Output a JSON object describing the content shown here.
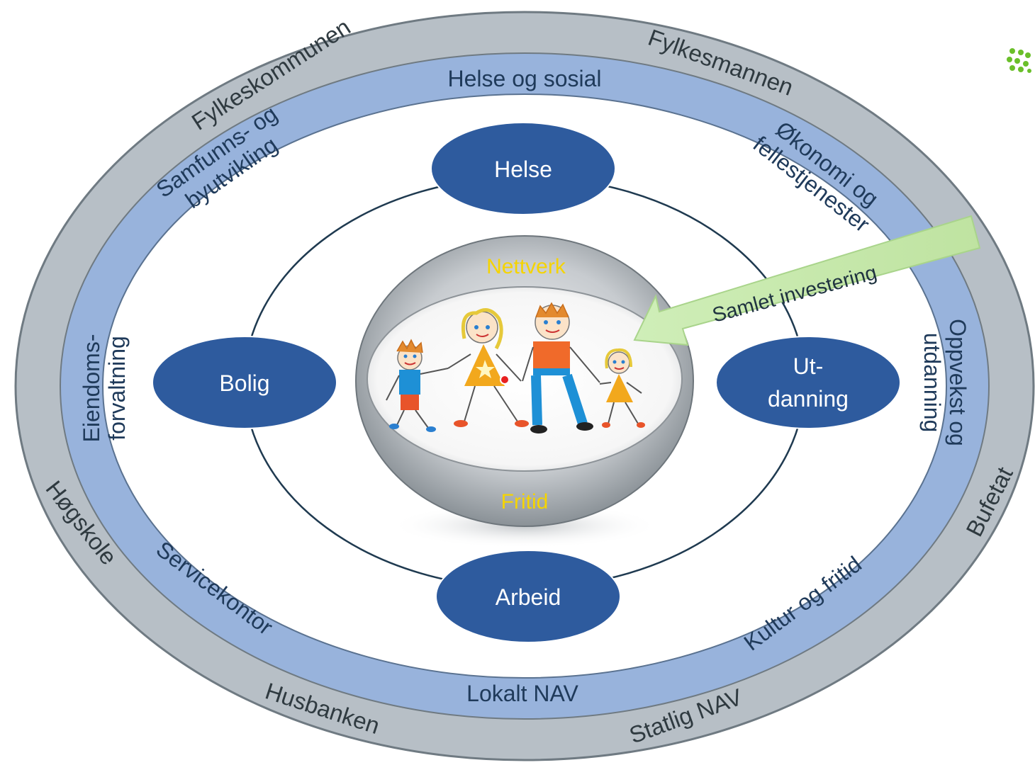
{
  "outer_ring": {
    "labels": [
      "Fylkeskommunen",
      "Fylkesmannen",
      "Bufetat",
      "Statlig NAV",
      "Husbanken",
      "Høgskole"
    ],
    "color": "#b7bfc6"
  },
  "middle_ring": {
    "labels": {
      "top": "Helse og sosial",
      "top_left_line1": "Samfunns- og",
      "top_left_line2": "byutvikling",
      "top_right_line1": "Økonomi og",
      "top_right_line2": "fellestjenester",
      "left_line1": "Eiendoms-",
      "left_line2": "forvaltning",
      "right_line1": "Oppvekst og",
      "right_line2": "utdanning",
      "bottom_left": "Servicekontor",
      "bottom_right": "Kultur og fritid",
      "bottom": "Lokalt NAV"
    },
    "color": "#98b3dc"
  },
  "nodes": {
    "top": "Helse",
    "left": "Bolig",
    "right_line1": "Ut-",
    "right_line2": "danning",
    "bottom": "Arbeid",
    "color": "#2e5b9e"
  },
  "core": {
    "top": "Nettverk",
    "bottom": "Fritid",
    "label_color": "#f5d400"
  },
  "arrow": {
    "label": "Samlet investering",
    "color": "#c4e7a9"
  },
  "logo": {
    "icon": "people-cluster-logo",
    "color": "#6abf2a"
  }
}
